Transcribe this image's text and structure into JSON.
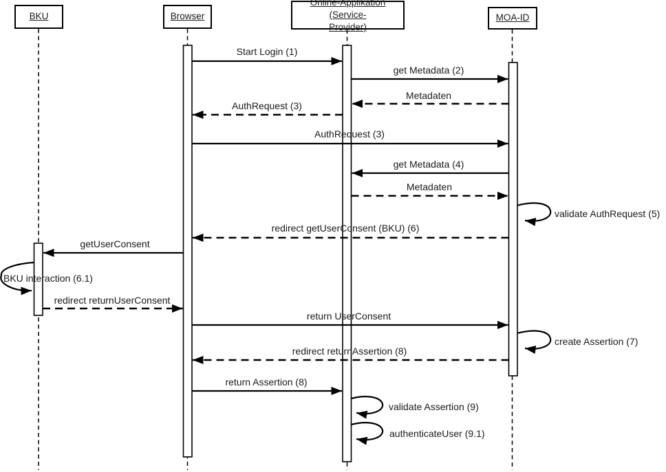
{
  "diagram": {
    "type": "uml-sequence-diagram",
    "colors": {
      "line": "#000000",
      "background": "#ffffff",
      "text": "#1a1a1a"
    },
    "actors": [
      {
        "id": "bku",
        "label": "BKU",
        "lines": [
          "BKU"
        ]
      },
      {
        "id": "browser",
        "label": "Browser",
        "lines": [
          "Browser"
        ]
      },
      {
        "id": "online-applikation",
        "label": "Online-Applikation (Service-Provider)",
        "lines": [
          "Online-Applikation (Service-",
          "Provider)"
        ]
      },
      {
        "id": "moa-id",
        "label": "MOA-ID",
        "lines": [
          "MOA-ID"
        ]
      }
    ],
    "messages": [
      {
        "label": "Start Login (1)",
        "from": "Browser",
        "to": "Online-Applikation (Service-Provider)",
        "style": "solid"
      },
      {
        "label": "get Metadata (2)",
        "from": "Online-Applikation (Service-Provider)",
        "to": "MOA-ID",
        "style": "solid"
      },
      {
        "label": "Metadaten",
        "from": "MOA-ID",
        "to": "Online-Applikation (Service-Provider)",
        "style": "dashed"
      },
      {
        "label": "AuthRequest (3)",
        "from": "Online-Applikation (Service-Provider)",
        "to": "Browser",
        "style": "dashed"
      },
      {
        "label": "AuthRequest (3)",
        "from": "Browser",
        "to": "MOA-ID",
        "style": "solid"
      },
      {
        "label": "get Metadata (4)",
        "from": "MOA-ID",
        "to": "Online-Applikation (Service-Provider)",
        "style": "solid"
      },
      {
        "label": "Metadaten",
        "from": "Online-Applikation (Service-Provider)",
        "to": "MOA-ID",
        "style": "dashed"
      },
      {
        "label": "validate AuthRequest (5)",
        "from": "MOA-ID",
        "to": "MOA-ID",
        "style": "self-loop"
      },
      {
        "label": "redirect getUserConsent (BKU) (6)",
        "from": "MOA-ID",
        "to": "Browser",
        "style": "dashed"
      },
      {
        "label": "getUserConsent",
        "from": "Browser",
        "to": "BKU",
        "style": "solid"
      },
      {
        "label": "BKU interaction (6.1)",
        "from": "BKU",
        "to": "BKU",
        "style": "self-loop"
      },
      {
        "label": "redirect returnUserConsent",
        "from": "BKU",
        "to": "Browser",
        "style": "dashed"
      },
      {
        "label": "return UserConsent",
        "from": "Browser",
        "to": "MOA-ID",
        "style": "solid"
      },
      {
        "label": "create Assertion (7)",
        "from": "MOA-ID",
        "to": "MOA-ID",
        "style": "self-loop"
      },
      {
        "label": "redirect returnAssertion (8)",
        "from": "MOA-ID",
        "to": "Browser",
        "style": "dashed"
      },
      {
        "label": "return Assertion (8)",
        "from": "Browser",
        "to": "Online-Applikation (Service-Provider)",
        "style": "solid"
      },
      {
        "label": "validate Assertion (9)",
        "from": "Online-Applikation (Service-Provider)",
        "to": "Online-Applikation (Service-Provider)",
        "style": "self-loop"
      },
      {
        "label": "authenticateUser (9.1)",
        "from": "Online-Applikation (Service-Provider)",
        "to": "Online-Applikation (Service-Provider)",
        "style": "self-loop"
      }
    ]
  }
}
